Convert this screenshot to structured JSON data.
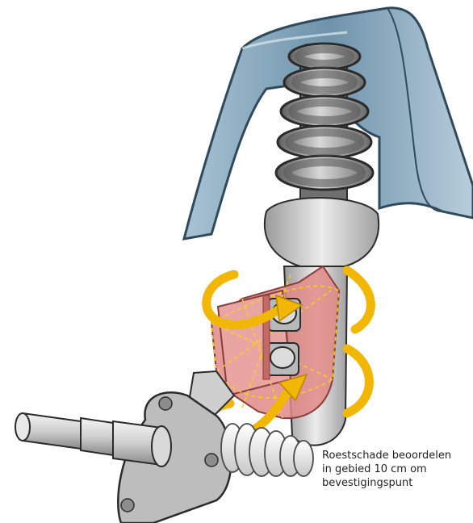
{
  "caption": {
    "line1": "Roestschade beoordelen",
    "line2": "in gebied 10 cm om",
    "line3": "bevestigingspunt"
  },
  "colors": {
    "chassis_bracket": "#8fb0c6",
    "spring": "#8c8c8c",
    "strut": "#c9c9c9",
    "inspection_zone": "#e08a86",
    "arrow": "#f2b705",
    "dashed_outline": "#f5d21f"
  }
}
